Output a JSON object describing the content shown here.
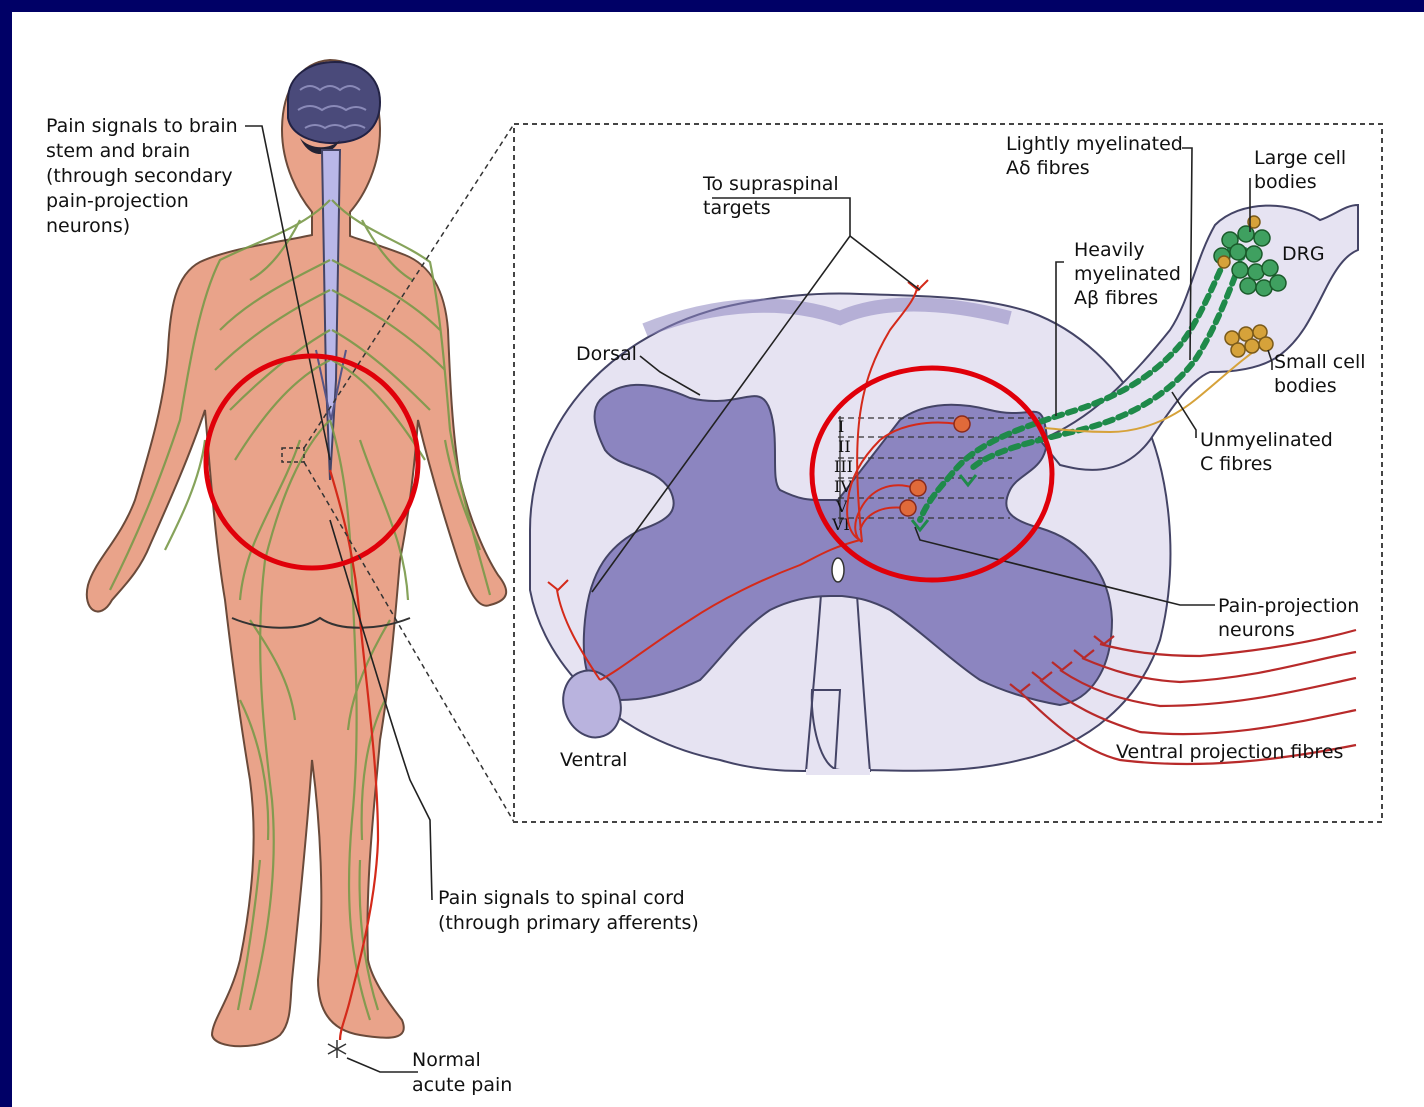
{
  "colors": {
    "border": "#000066",
    "skin": "#e9a38a",
    "nerve": "#7a9a4a",
    "brain": "#4a4a7a",
    "cord_grey": "#8c85c0",
    "cord_white": "#e6e3f2",
    "pain_path": "#d42a1a",
    "highlight_circle": "#e0000a",
    "fibre_green": "#1f8a4a",
    "small_cell": "#d6a23a"
  },
  "body": {
    "brain_label": [
      "Pain signals to brain",
      "stem and brain",
      "(through secondary",
      "pain-projection",
      "neurons)"
    ],
    "spinal_label": [
      "Pain signals to spinal cord",
      "(through primary afferents)"
    ],
    "pain_label": [
      "Normal",
      "acute pain"
    ]
  },
  "cord": {
    "supraspinal": [
      "To supraspinal",
      "targets"
    ],
    "dorsal": "Dorsal",
    "ventral": "Ventral",
    "light_myelin": [
      "Lightly myelinated",
      "Aδ fibres"
    ],
    "heavy_myelin": [
      "Heavily",
      "myelinated",
      "Aβ fibres"
    ],
    "large_cells": [
      "Large cell",
      "bodies"
    ],
    "drg": "DRG",
    "small_cells": [
      "Small cell",
      "bodies"
    ],
    "unmyelinated": [
      "Unmyelinated",
      "C fibres"
    ],
    "projection_neurons": [
      "Pain-projection",
      "neurons"
    ],
    "ventral_fibres": "Ventral projection fibres",
    "laminae": [
      "I",
      "II",
      "III",
      "IV",
      "V",
      "VI"
    ]
  }
}
